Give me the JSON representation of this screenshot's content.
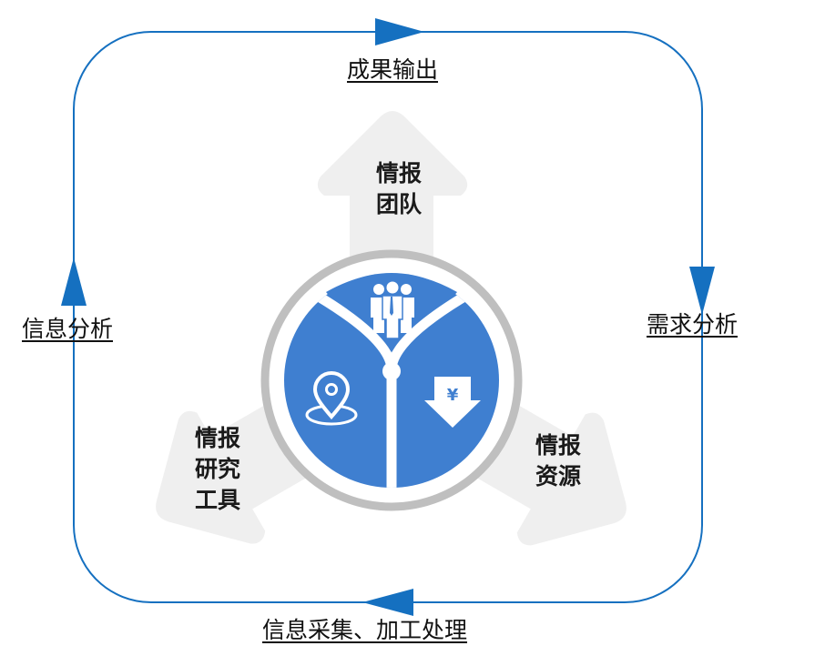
{
  "colors": {
    "loop": "#1570c0",
    "segment_fill": "#3f7fd0",
    "ring": "#bfbfbf",
    "big_arrow": "#efefef",
    "icon": "#ffffff"
  },
  "cycle": {
    "top": "成果输出",
    "right": "需求分析",
    "bottom": "信息采集、加工处理",
    "left": "信息分析"
  },
  "segments": {
    "top": {
      "line1": "情报",
      "line2": "团队",
      "icon": "team-people-icon"
    },
    "left": {
      "line1": "情报",
      "line2": "研究",
      "line3": "工具",
      "icon": "location-pin-icon"
    },
    "right": {
      "line1": "情报",
      "line2": "资源",
      "icon": "yen-download-icon"
    }
  }
}
